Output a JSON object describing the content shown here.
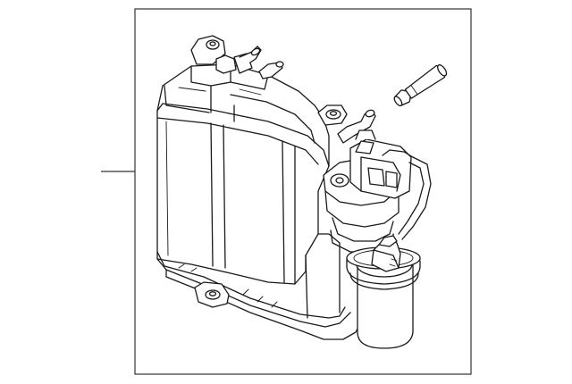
{
  "diagram": {
    "kind": "exploded-part-illustration",
    "parts": [
      "canister-body",
      "purge-valve",
      "filter-cup",
      "hose-connector",
      "vent-tube",
      "straight-connector"
    ],
    "colors": {
      "line": "#1a1a1a",
      "background": "#ffffff",
      "frame": "#333333"
    }
  }
}
